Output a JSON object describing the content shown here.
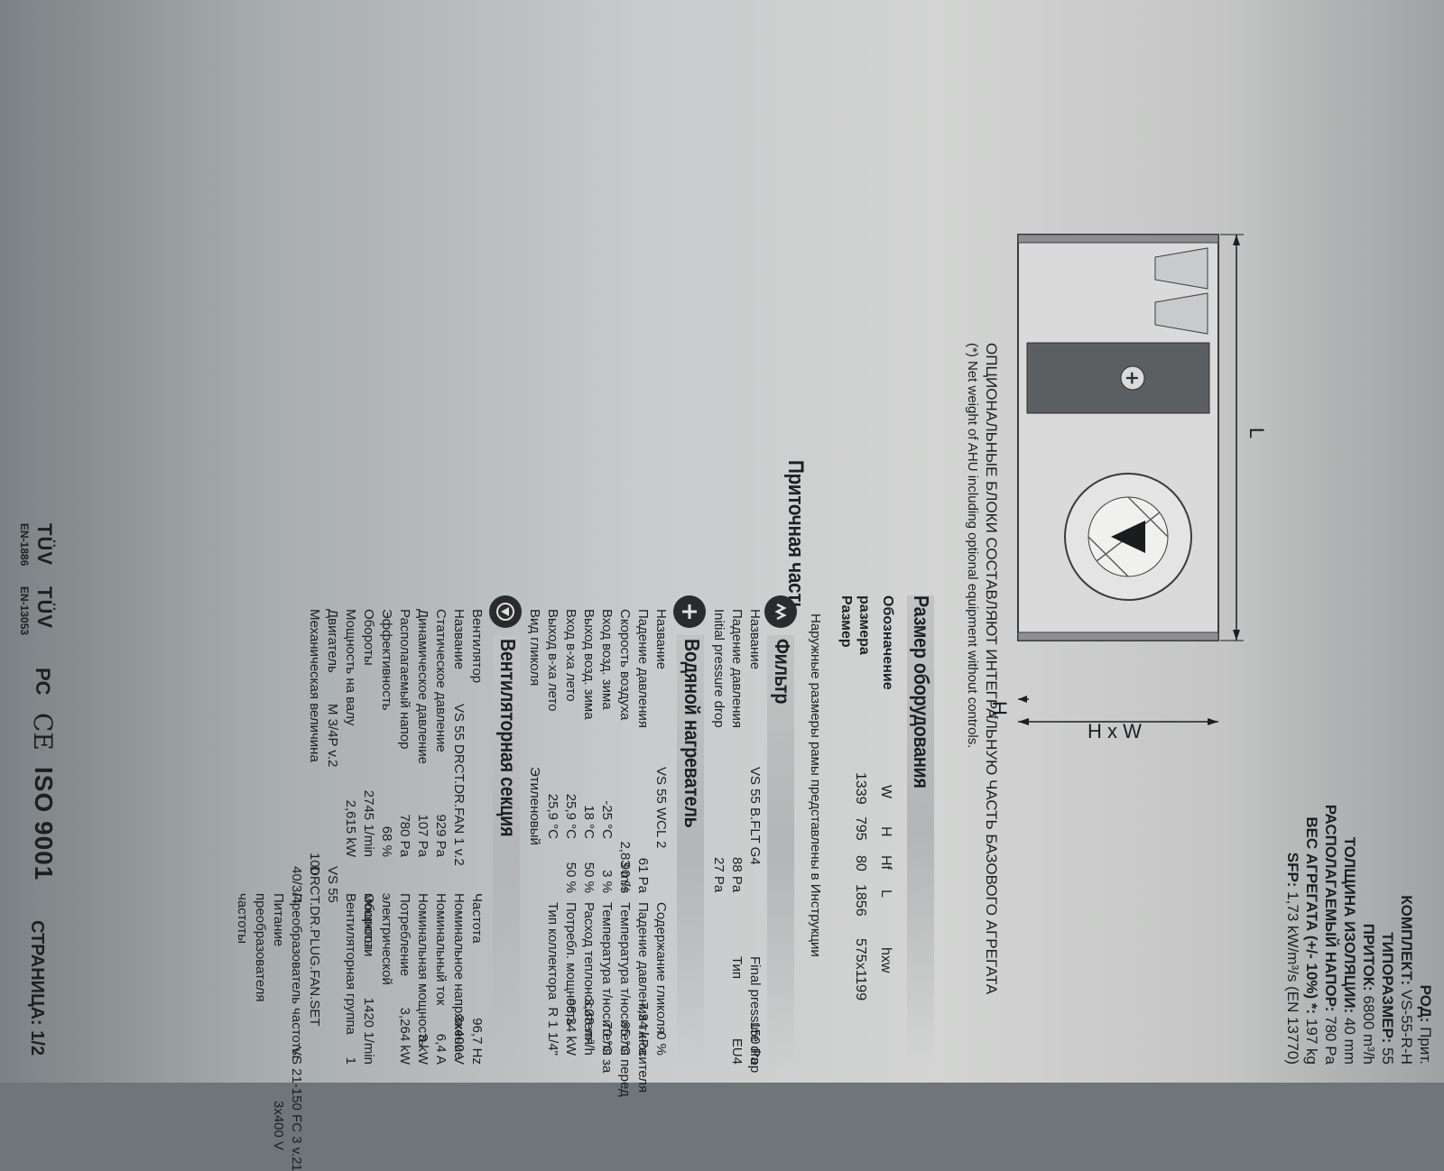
{
  "header": {
    "rod_label": "РОД:",
    "rod_value": "Прит.",
    "komplekt_label": "КОМПЛЕКТ:",
    "komplekt_value": "VS-55-R-H",
    "tiporazmer_label": "ТИПОРАЗМЕР:",
    "tiporazmer_value": "55",
    "pritok_label": "ПРИТОК:",
    "pritok_value": "6800 m³/h",
    "tolshchina_label": "ТОЛЩИНА ИЗОЛЯЦИИ:",
    "tolshchina_value": "40 mm",
    "napor_label": "РАСПОЛАГАЕМЫЙ НАПОР:",
    "napor_value": "780 Pa",
    "ves_label": "ВЕС АГРЕГАТА (+/- 10%) *:",
    "ves_value": "197 kg",
    "sfp_label": "SFP:",
    "sfp_value": "1,73 kW/m³/s (EN 13770)"
  },
  "optional_note_ru": "ОПЦИОНАЛЬНЫЕ БЛОКИ СОСТАВЛЯЮТ ИНТЕГРАЛЬНУЮ ЧАСТЬ БАЗОВОГО АГРЕГАТА",
  "optional_note_en": "(*) Net weight of AHU including optional equipment without controls.",
  "diagram": {
    "L": "L",
    "Hf": "H",
    "Hf_sub": "f",
    "HxW": "H x W",
    "heater_symbol": "+"
  },
  "dimensions": {
    "title": "Размер оборудования",
    "row_label_1": "Обозначение",
    "row_label_2": "размера",
    "row_label_3": "Размер",
    "headers": [
      "W",
      "H",
      "Hf",
      "L",
      "hxw"
    ],
    "values": [
      "1339",
      "795",
      "80",
      "1856",
      "575x1199"
    ]
  },
  "frame_note": "Наружные размеры рамы представлены в Инструкции",
  "section_pritok": "Приточная часть",
  "filter": {
    "title": "Фильтр",
    "rows_left": [
      {
        "label": "Название",
        "value": "VS 55 B.FLT G4"
      },
      {
        "label": "Падение давления",
        "value": "88 Pa"
      },
      {
        "label": "Initial pressure drop",
        "value": "27 Pa"
      }
    ],
    "rows_right": [
      {
        "label": "Final pressure drop",
        "value": "150 Pa"
      },
      {
        "label": "Тип",
        "value": "EU4"
      }
    ]
  },
  "heater": {
    "title": "Водяной нагреватель",
    "rows_left": [
      {
        "label": "Название",
        "value": "VS 55 WCL 2"
      },
      {
        "label": "Падение давления",
        "value": "61 Pa"
      },
      {
        "label": "Скорость воздуха",
        "value": "2,83 m/s"
      },
      {
        "label": "Вход возд. зима",
        "value": "-25 °C"
      },
      {
        "label": "Выход возд. зима",
        "value": "18 °C"
      },
      {
        "label": "Вход в-ха лето",
        "value": "25,9 °C"
      },
      {
        "label": "Выход в-ха лето",
        "value": "25,9 °C"
      },
      {
        "label": "Вид гликоля",
        "value": "Этиленовый"
      }
    ],
    "mid_values": [
      "90 %",
      "3 %",
      "50 %",
      "50 %"
    ],
    "rows_right": [
      {
        "label": "Содержание гликоля",
        "value": "0 %"
      },
      {
        "label": "Падение давления т/носителя",
        "value": "7,34 kPa"
      },
      {
        "label": "Температура т/носителя перед",
        "value": "95 °C"
      },
      {
        "label": "Температура т/носителя за",
        "value": "70 °C"
      },
      {
        "label": "Расход теплоносителя",
        "value": "3,38 m³/h"
      },
      {
        "label": "Потребл. мощность",
        "value": "98,34 kW"
      },
      {
        "label": "Тип коллектора",
        "value": "R 1 1/4\""
      }
    ]
  },
  "fan": {
    "title": "Вентиляторная секция",
    "rows_left": [
      {
        "label": "Вентилятор",
        "value": ""
      },
      {
        "label": "Название",
        "value": "VS 55 DRCT.DR.FAN 1 v.2"
      },
      {
        "label": "Статическое давление",
        "value": "929 Pa"
      },
      {
        "label": "Динамическое давление",
        "value": "107 Pa"
      },
      {
        "label": "Располагаемый напор",
        "value": "780 Pa"
      },
      {
        "label": "Эффективность",
        "value": "68 %"
      },
      {
        "label": "Обороты",
        "value": "2745 1/min"
      },
      {
        "label": "Мощность на валу",
        "value": "2,615 kW"
      },
      {
        "label": "Двигатель",
        "value": "M 3/4P v.2"
      },
      {
        "label": "Механическая величина",
        "value": "100"
      }
    ],
    "rows_right": [
      {
        "label": "Частота",
        "value": "96,7 Hz"
      },
      {
        "label": "Номинальное напряжение",
        "value": "3x400 V"
      },
      {
        "label": "Номинальный ток",
        "value": "6,4 A"
      },
      {
        "label": "Номинальная мощность",
        "value": "3 kW"
      },
      {
        "label": "Потребление электрической мощности",
        "value": "3,264 kW"
      },
      {
        "label": "Обороты",
        "value": "1420 1/min"
      },
      {
        "label": "Вентиляторная группа",
        "value": "1"
      }
    ],
    "fan_group_value": "VS 55 DRCT.DR.PLUG.FAN.SET 40/3/4",
    "fc_label": "Преобразователь частоты",
    "fc_value": "VS 21-150 FC 3 v.2",
    "fc_qty": "1",
    "fc_supply_label": "Питание преобразователя частоты",
    "fc_supply_value": "3x400 V"
  },
  "footer": {
    "tuv1": "TÜV",
    "tuv1_std": "EN-1886",
    "tuv2": "TÜV",
    "tuv2_std": "EN-13053",
    "pc": "PC",
    "ce": "CE",
    "iso": "ISO 9001",
    "page_label": "СТРАНИЦА:",
    "page_value": "1/2"
  },
  "colors": {
    "ink": "#1d1f22",
    "heater_band": "#5c5f62",
    "paper": "#cfd0cf"
  }
}
